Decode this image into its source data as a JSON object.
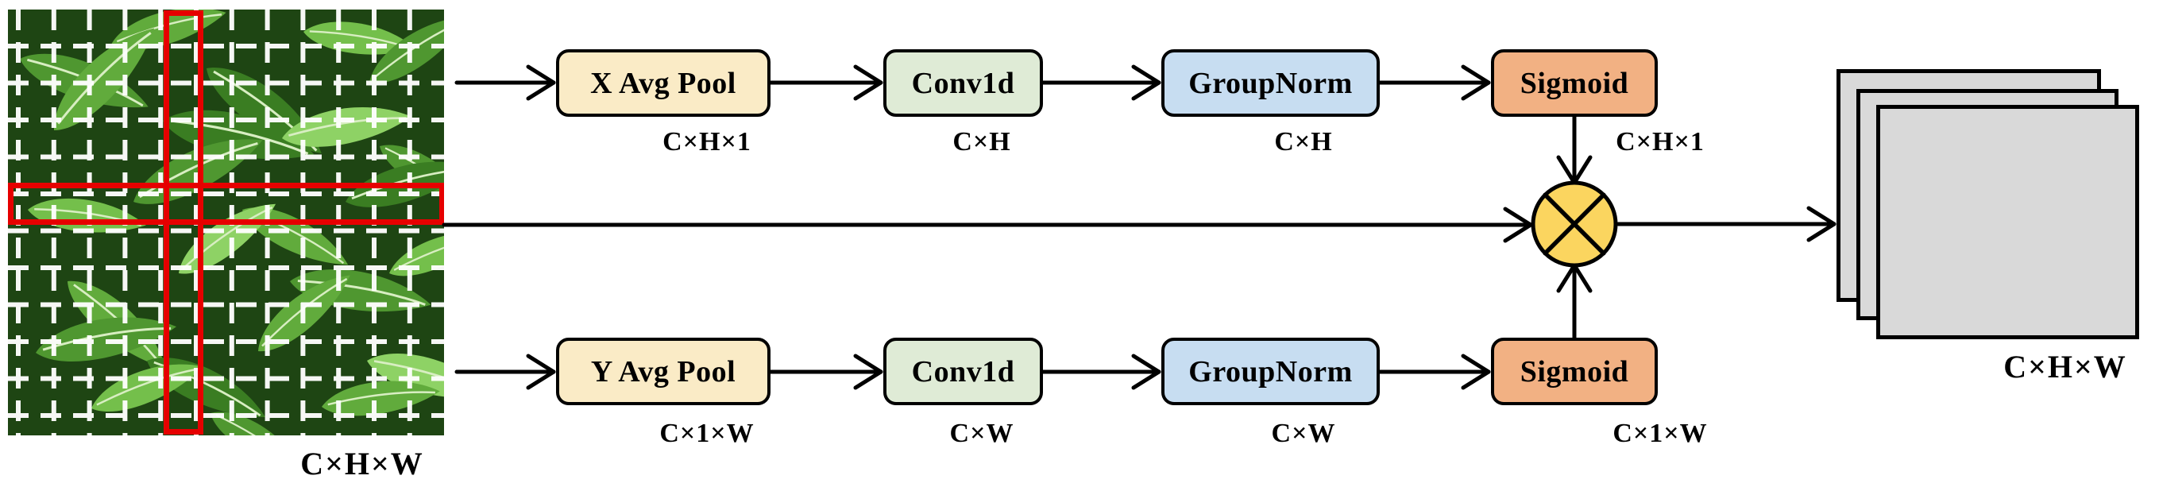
{
  "colors": {
    "pool_fill": "#FAEBC6",
    "conv_fill": "#DFEBD6",
    "norm_fill": "#C7DDF1",
    "sigmoid_fill": "#F2B183",
    "multiply_fill": "#FBD55F",
    "feature_map_fill": "#D9D9D9",
    "border": "#000000",
    "highlight_red": "#E60000",
    "grid_white": "#FFFFFF"
  },
  "input": {
    "dims_label": "C×H×W"
  },
  "output": {
    "dims_label": "C×H×W"
  },
  "top_branch": {
    "blocks": [
      {
        "label": "X Avg Pool",
        "dims": "C×H×1"
      },
      {
        "label": "Conv1d",
        "dims": "C×H"
      },
      {
        "label": "GroupNorm",
        "dims": "C×H"
      },
      {
        "label": "Sigmoid",
        "dims": "C×H×1"
      }
    ]
  },
  "bottom_branch": {
    "blocks": [
      {
        "label": "Y Avg Pool",
        "dims": "C×1×W"
      },
      {
        "label": "Conv1d",
        "dims": "C×W"
      },
      {
        "label": "GroupNorm",
        "dims": "C×W"
      },
      {
        "label": "Sigmoid",
        "dims": "C×1×W"
      }
    ]
  },
  "operator": {
    "name": "elementwise-multiply",
    "symbol": "⊗"
  }
}
